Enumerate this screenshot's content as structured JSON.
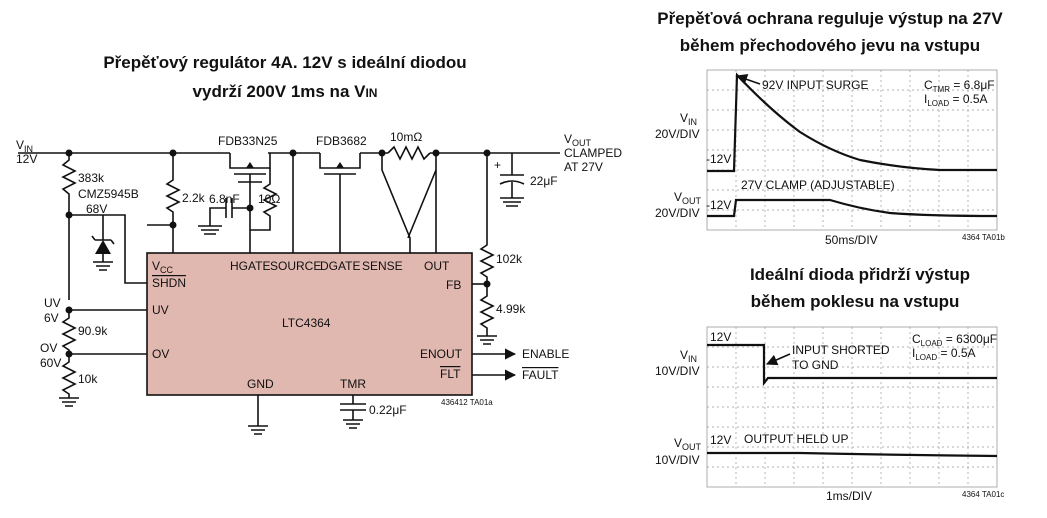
{
  "left_title": {
    "line1": "Přepěťový regulátor 4A. 12V s ideální diodou",
    "line2_a": "vydrží 200V 1ms na V",
    "line2_b": "IN"
  },
  "schematic": {
    "vin": {
      "main": "V",
      "sub": "IN",
      "value": "12V"
    },
    "r383": "383k",
    "zener": {
      "part": "CMZ5945B",
      "value": "68V"
    },
    "r22": "2.2k",
    "q1": "FDB33N25",
    "c68": "6.8nF",
    "r10": "10Ω",
    "q2": "FDB3682",
    "rsense": "10mΩ",
    "vout": {
      "main": "V",
      "sub": "OUT",
      "line2": "CLAMPED",
      "line3": "AT 27V"
    },
    "cout": "22μF",
    "r102": "102k",
    "r499": "4.99k",
    "uv_pin": {
      "line1": "UV",
      "line2": "6V"
    },
    "ov_pin": {
      "line1": "OV",
      "line2": "60V"
    },
    "r909": "90.9k",
    "r10k": "10k",
    "ic": {
      "name": "LTC4364",
      "vcc_main": "V",
      "vcc_sub": "CC",
      "shdn": "SHDN",
      "uv": "UV",
      "ov": "OV",
      "hgate": "HGATE",
      "source": "SOURCE",
      "dgate": "DGATE",
      "sense": "SENSE",
      "out": "OUT",
      "fb": "FB",
      "enout": "ENOUT",
      "flt": "FLT",
      "gnd": "GND",
      "tmr": "TMR"
    },
    "ctmr": "0.22μF",
    "enable": "ENABLE",
    "fault": "FAULT",
    "fig_id": "436412 TA01a"
  },
  "scope_top": {
    "title1": "Přepěťová ochrana reguluje  výstup na 27V",
    "title2": "během přechodového jevu na vstupu",
    "ch1": {
      "main": "V",
      "sub": "IN",
      "scale": "20V/DIV",
      "ref": "12V"
    },
    "ch2": {
      "main": "V",
      "sub": "OUT",
      "scale": "20V/DIV",
      "ref": "12V"
    },
    "ann_surge": "92V INPUT SURGE",
    "ann_clamp": "27V CLAMP (ADJUSTABLE)",
    "ctmr_a": "C",
    "ctmr_b": "TMR",
    "ctmr_c": " = 6.8μF",
    "iload_a": "I",
    "iload_b": "LOAD",
    "iload_c": " = 0.5A",
    "timebase": "50ms/DIV",
    "fig_id": "4364 TA01b"
  },
  "scope_bottom": {
    "title1": "Ideální dioda přidrží výstup",
    "title2": "během poklesu na vstupu",
    "ch1": {
      "main": "V",
      "sub": "IN",
      "scale": "10V/DIV",
      "ref": "12V"
    },
    "ch2": {
      "main": "V",
      "sub": "OUT",
      "scale": "10V/DIV",
      "ref": "12V"
    },
    "ann_short1": "INPUT SHORTED",
    "ann_short2": "TO GND",
    "ann_held": "OUTPUT HELD UP",
    "cload_a": "C",
    "cload_b": "LOAD",
    "cload_c": " = 6300μF",
    "iload_a": "I",
    "iload_b": "LOAD",
    "iload_c": " = 0.5A",
    "timebase": "1ms/DIV",
    "fig_id": "4364 TA01c"
  }
}
